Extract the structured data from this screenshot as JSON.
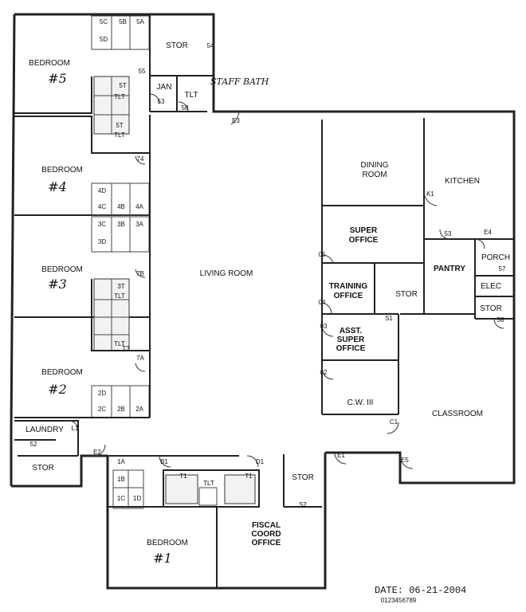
{
  "rooms": {
    "bedroom5": "BEDROOM",
    "bedroom5_num": "#5",
    "bedroom4": "BEDROOM",
    "bedroom4_num": "#4",
    "bedroom3": "BEDROOM",
    "bedroom3_num": "#3",
    "bedroom2": "BEDROOM",
    "bedroom2_num": "#2",
    "bedroom1": "BEDROOM",
    "bedroom1_num": "#1",
    "stor_top": "STOR",
    "jan": "JAN",
    "tlt_top": "TLT",
    "staff_bath": "STAFF BATH",
    "living_room": "LIVING ROOM",
    "dining_room_1": "DINING",
    "dining_room_2": "ROOM",
    "kitchen": "KITCHEN",
    "super_office_1": "SUPER",
    "super_office_2": "OFFICE",
    "pantry": "PANTRY",
    "porch": "PORCH",
    "elec": "ELEC",
    "stor_right": "STOR",
    "training_office_1": "TRAINING",
    "training_office_2": "OFFICE",
    "stor_mid": "STOR",
    "asst_1": "ASST.",
    "asst_2": "SUPER",
    "asst_3": "OFFICE",
    "cw3": "C.W. III",
    "classroom": "CLASSROOM",
    "laundry": "LAUNDRY",
    "stor_laundry": "STOR",
    "stor_bottom": "STOR",
    "fiscal_1": "FISCAL",
    "fiscal_2": "COORD",
    "fiscal_3": "OFFICE",
    "tlt_bath5": "TLT",
    "tlt_bath5b": "TLT",
    "tlt_bath3": "TLT",
    "tlt_bath3b": "TLT",
    "tlt_b1": "TLT"
  },
  "door_tags": {
    "d5c": "5C",
    "d5b": "5B",
    "d5a": "5A",
    "d5d": "5D",
    "d54": "54",
    "d55": "55",
    "d53": "53",
    "d5t": "5T",
    "d58": "58",
    "de3": "E3",
    "d5t2": "5T",
    "d74": "74",
    "d4d": "4D",
    "d4c": "4C",
    "d4b": "4B",
    "d4a": "4A",
    "d3c": "3C",
    "d3b": "3B",
    "d3a": "3A",
    "d3d": "3D",
    "d3t": "3T",
    "d3t2": "T3",
    "d7b": "7B",
    "d7a": "7A",
    "d2d": "2D",
    "d2c": "2C",
    "d2b": "2B",
    "d2a": "2A",
    "dk1": "K1",
    "d53b": "53",
    "de4": "E4",
    "d57": "57",
    "d58b": "58",
    "d05": "05",
    "d04": "04",
    "d03": "03",
    "d02": "02",
    "ds1": "S1",
    "dc1": "C1",
    "de5": "E5",
    "de1": "E1",
    "dl1": "L1",
    "d52": "52",
    "de2": "E2",
    "d1a": "1A",
    "d1b": "1B",
    "d1c": "1C",
    "d1d": "1D",
    "db1": "B1",
    "dt1": "T1",
    "dt1b": "T1",
    "dd1": "D1",
    "ds2": "S2"
  },
  "date": "DATE: 06-21-2004",
  "date_sub": "0123456789"
}
